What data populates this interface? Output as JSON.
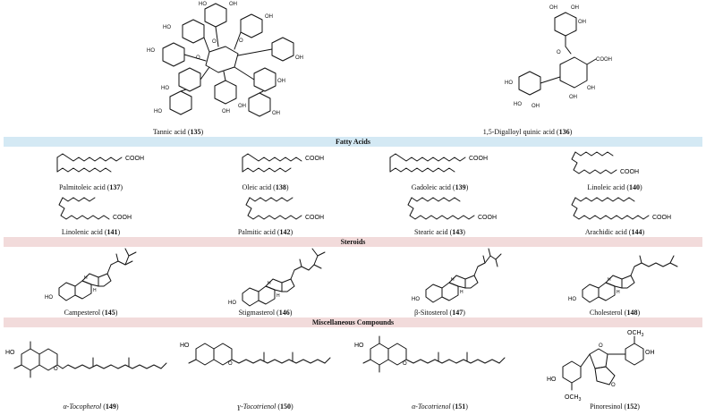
{
  "colors": {
    "polyphenol_band": "#ece336",
    "fatty_acid_header": "#d4e9f4",
    "fatty_acid_band": "#7f9fb8",
    "steroid_header": "#f2dbdb",
    "steroid_band": "#f4a593",
    "misc_header": "#f2dbdb",
    "misc_band": "#f4a593"
  },
  "groups": [
    {
      "title": "",
      "compounds": [
        {
          "name": "Tannic acid",
          "number": "135"
        },
        {
          "name": "1,5-Digalloyl quinic acid",
          "number": "136"
        }
      ]
    },
    {
      "title": "Fatty Acids",
      "compounds": [
        {
          "name": "Palmitoleic acid",
          "number": "137"
        },
        {
          "name": "Oleic acid",
          "number": "138"
        },
        {
          "name": "Gadoleic acid",
          "number": "139"
        },
        {
          "name": "Linoleic acid",
          "number": "140"
        },
        {
          "name": "Linolenic acid",
          "number": "141"
        },
        {
          "name": "Palmitic acid",
          "number": "142"
        },
        {
          "name": "Stearic acid",
          "number": "143"
        },
        {
          "name": "Arachidic acid",
          "number": "144"
        }
      ]
    },
    {
      "title": "Steroids",
      "compounds": [
        {
          "name": "Campesterol",
          "number": "145"
        },
        {
          "name": "Stigmasterol",
          "number": "146"
        },
        {
          "name": "β-Sitosterol",
          "number": "147"
        },
        {
          "name": "Cholesterol",
          "number": "148"
        }
      ]
    },
    {
      "title": "Miscellaneous Compounds",
      "compounds": [
        {
          "name": "α-Tocopherol",
          "number": "149"
        },
        {
          "name": "ɣ-Tocotrienol",
          "number": "150"
        },
        {
          "name": "α-Tocotrienol",
          "number": "151"
        },
        {
          "name": "Pinoresinol",
          "number": "152"
        }
      ]
    }
  ],
  "structure_text": {
    "cooh": "COOH",
    "oh": "OH",
    "ho": "HO",
    "o": "O",
    "och3": "OCH3",
    "h": "H"
  }
}
